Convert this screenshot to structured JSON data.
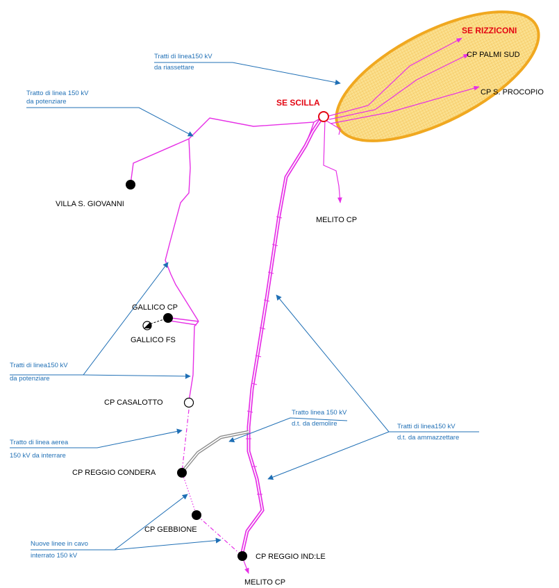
{
  "colors": {
    "line_magenta": "#e62fe6",
    "annotation_blue": "#1f6fb5",
    "zone_fill": "#fbd979",
    "zone_stroke": "#f0a820",
    "station_red": "#e30613",
    "cable_gray": "#8a8a8a"
  },
  "stations": {
    "se_rizziconi": "SE RIZZICONI",
    "cp_palmi_sud": "CP PALMI SUD",
    "cp_s_procopio": "CP S. PROCOPIO",
    "se_scilla": "SE SCILLA",
    "villa_s_giovanni": "VILLA S. GIOVANNI",
    "melito_cp_top": "MELITO CP",
    "gallico_cp": "GALLICO CP",
    "gallico_fs": "GALLICO FS",
    "cp_casalotto": "CP CASALOTTO",
    "cp_reggio_condera": "CP REGGIO CONDERA",
    "cp_gebbione": "CP GEBBIONE",
    "cp_reggio_indle": "CP REGGIO IND:LE",
    "melito_cp_bottom": "MELITO CP"
  },
  "annotations": {
    "riassettare_l1": "Tratti di linea150 kV",
    "riassettare_l2": "da riassettare",
    "potenziare_top_l1": "Tratto di linea 150 kV",
    "potenziare_top_l2": "da potenziare",
    "potenziare_mid_l1": "Tratti di linea150 kV",
    "potenziare_mid_l2": "da potenziare",
    "interrare_l1": "Tratto di linea aerea",
    "interrare_l2": "150 kV da interrare",
    "cavo_l1": "Nuove linee in cavo",
    "cavo_l2": "interrato 150 kV",
    "demolire_l1": "Tratto linea 150 kV",
    "demolire_l2": "d.t. da demolire",
    "ammazzettare_l1": "Tratti di linea150 kV",
    "ammazzettare_l2": "d.t. da ammazzettare"
  }
}
